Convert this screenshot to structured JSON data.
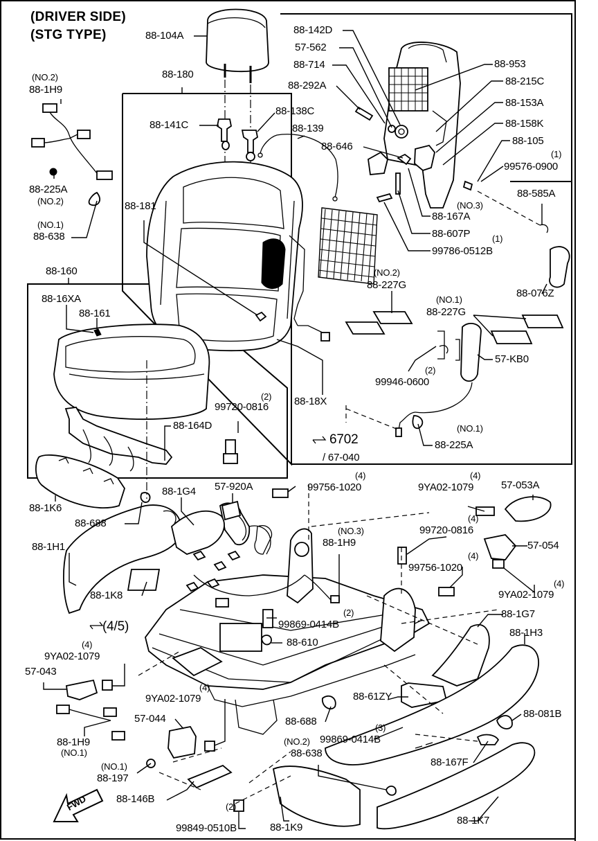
{
  "header": {
    "line1": "(DRIVER SIDE)",
    "line2": "(STG TYPE)"
  },
  "labels": {
    "l_88_104A": "88-104A",
    "l_88_180": "88-180",
    "l_no2_a": "(NO.2)",
    "l_88_1H9_a": "88-1H9",
    "l_88_141C": "88-141C",
    "l_88_138C": "88-138C",
    "l_88_139": "88-139",
    "l_88_225A_a": "88-225A",
    "l_no2_b": "(NO.2)",
    "l_no1_a": "(NO.1)",
    "l_88_638_a": "88-638",
    "l_88_181": "88-181",
    "l_88_142D": "88-142D",
    "l_57_562": "57-562",
    "l_88_714": "88-714",
    "l_88_292A": "88-292A",
    "l_88_646": "88-646",
    "l_88_953": "88-953",
    "l_88_215C": "88-215C",
    "l_88_153A": "88-153A",
    "l_88_158K": "88-158K",
    "l_88_105": "88-105",
    "l_q1_a": "(1)",
    "l_99576_0900": "99576-0900",
    "l_88_585A": "88-585A",
    "l_no3_a": "(NO.3)",
    "l_88_167A": "88-167A",
    "l_88_607P": "88-607P",
    "l_q1_b": "(1)",
    "l_99786_0512B": "99786-0512B",
    "l_88_076Z": "88-076Z",
    "l_88_160": "88-160",
    "l_88_16XA": "88-16XA",
    "l_88_161": "88-161",
    "l_no2_c": "(NO.2)",
    "l_88_227G_a": "88-227G",
    "l_no1_b": "(NO.1)",
    "l_88_227G_b": "88-227G",
    "l_q2_a": "(2)",
    "l_99946_0600": "99946-0600",
    "l_57_KB0": "57-KB0",
    "l_q2_b": "(2)",
    "l_99720_0816_a": "99720-0816",
    "l_88_164D": "88-164D",
    "l_88_18X": "88-18X",
    "l_6702": "6702",
    "l_67_040": "/ 67-040",
    "l_no1_c": "(NO.1)",
    "l_88_225A_b": "88-225A",
    "l_88_1K6": "88-1K6",
    "l_88_688_a": "88-688",
    "l_88_1G4": "88-1G4",
    "l_57_920A": "57-920A",
    "l_q4_a": "(4)",
    "l_99756_1020_a": "99756-1020",
    "l_q4_b": "(4)",
    "l_9YA02_1079_a": "9YA02-1079",
    "l_57_053A": "57-053A",
    "l_no3_b": "(NO.3)",
    "l_88_1H9_b": "88-1H9",
    "l_q4_c": "(4)",
    "l_99720_0816_b": "99720-0816",
    "l_57_054": "57-054",
    "l_88_1H1": "88-1H1",
    "l_q4_d": "(4)",
    "l_99756_1020_b": "99756-1020",
    "l_q4_e": "(4)",
    "l_9YA02_1079_b": "9YA02-1079",
    "l_88_1K8": "88-1K8",
    "l_45": "(4/5)",
    "l_q2_c": "(2)",
    "l_99869_0414B_a": "99869-0414B",
    "l_88_1G7": "88-1G7",
    "l_88_610": "88-610",
    "l_88_1H3": "88-1H3",
    "l_q4_f": "(4)",
    "l_9YA02_1079_c": "9YA02-1079",
    "l_57_043": "57-043",
    "l_q4_g": "(4)",
    "l_9YA02_1079_d": "9YA02-1079",
    "l_88_61ZY": "88-61ZY",
    "l_57_044": "57-044",
    "l_88_688_b": "88-688",
    "l_q3": "(3)",
    "l_99869_0414B_b": "99869-0414B",
    "l_88_081B": "88-081B",
    "l_88_1H9_c": "88-1H9",
    "l_no1_d": "(NO.1)",
    "l_no2_d": "(NO.2)",
    "l_88_638_b": "88-638",
    "l_88_167F": "88-167F",
    "l_no1_e": "(NO.1)",
    "l_88_197": "88-197",
    "l_88_146B": "88-146B",
    "l_q2_d": "(2)",
    "l_88_1K9": "88-1K9",
    "l_88_1K7": "88-1K7",
    "l_99849_0510B": "99849-0510B",
    "l_fwd": "FWD"
  }
}
